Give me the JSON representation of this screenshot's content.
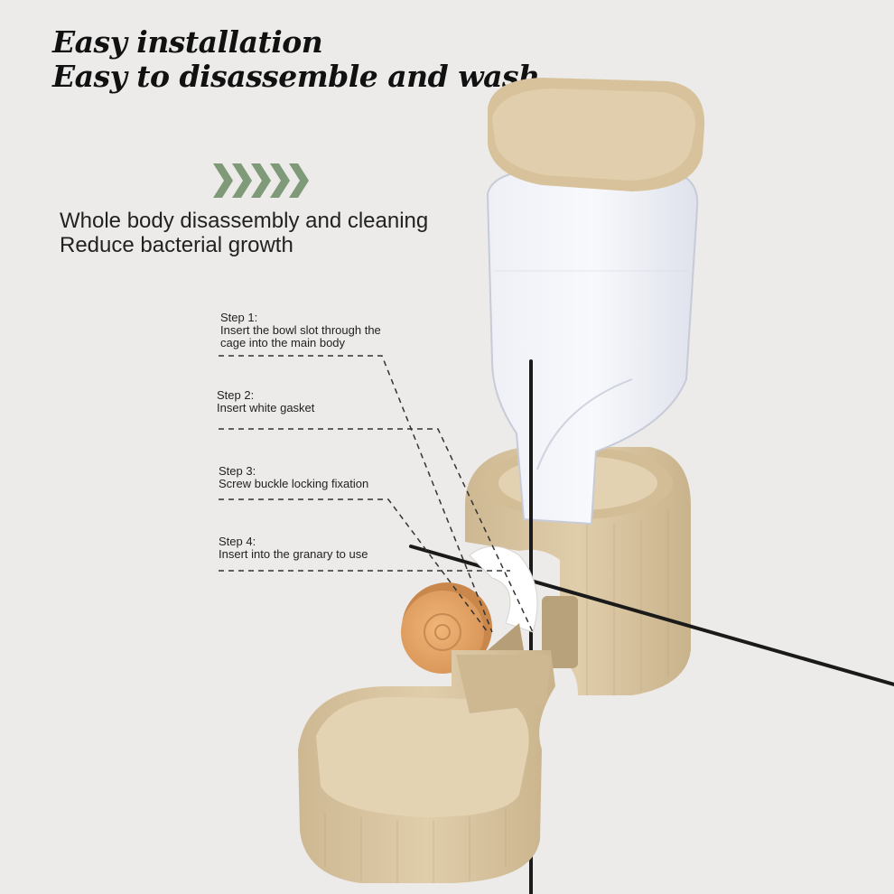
{
  "headline": {
    "line1": "Easy installation",
    "line2": "Easy to disassemble and wash"
  },
  "subhead": {
    "line1": "Whole body disassembly and cleaning",
    "line2": "Reduce bacterial growth"
  },
  "steps": [
    {
      "title": "Step 1:",
      "text_line1": "Insert the bowl slot through the",
      "text_line2": "cage into the main body"
    },
    {
      "title": "Step 2:",
      "text_line1": "Insert white gasket"
    },
    {
      "title": "Step 3:",
      "text_line1": "Screw buckle locking fixation"
    },
    {
      "title": "Step 4:",
      "text_line1": "Insert into the granary to use"
    }
  ],
  "icons": {
    "chevrons": "double-chevron-right-icon",
    "product": "pet-water-feeder-illustration"
  },
  "colors": {
    "background": "#ecebe9",
    "product_beige": "#dcc8a4",
    "screw_orange": "#e8a868",
    "chevron_green": "#7f9a78"
  }
}
